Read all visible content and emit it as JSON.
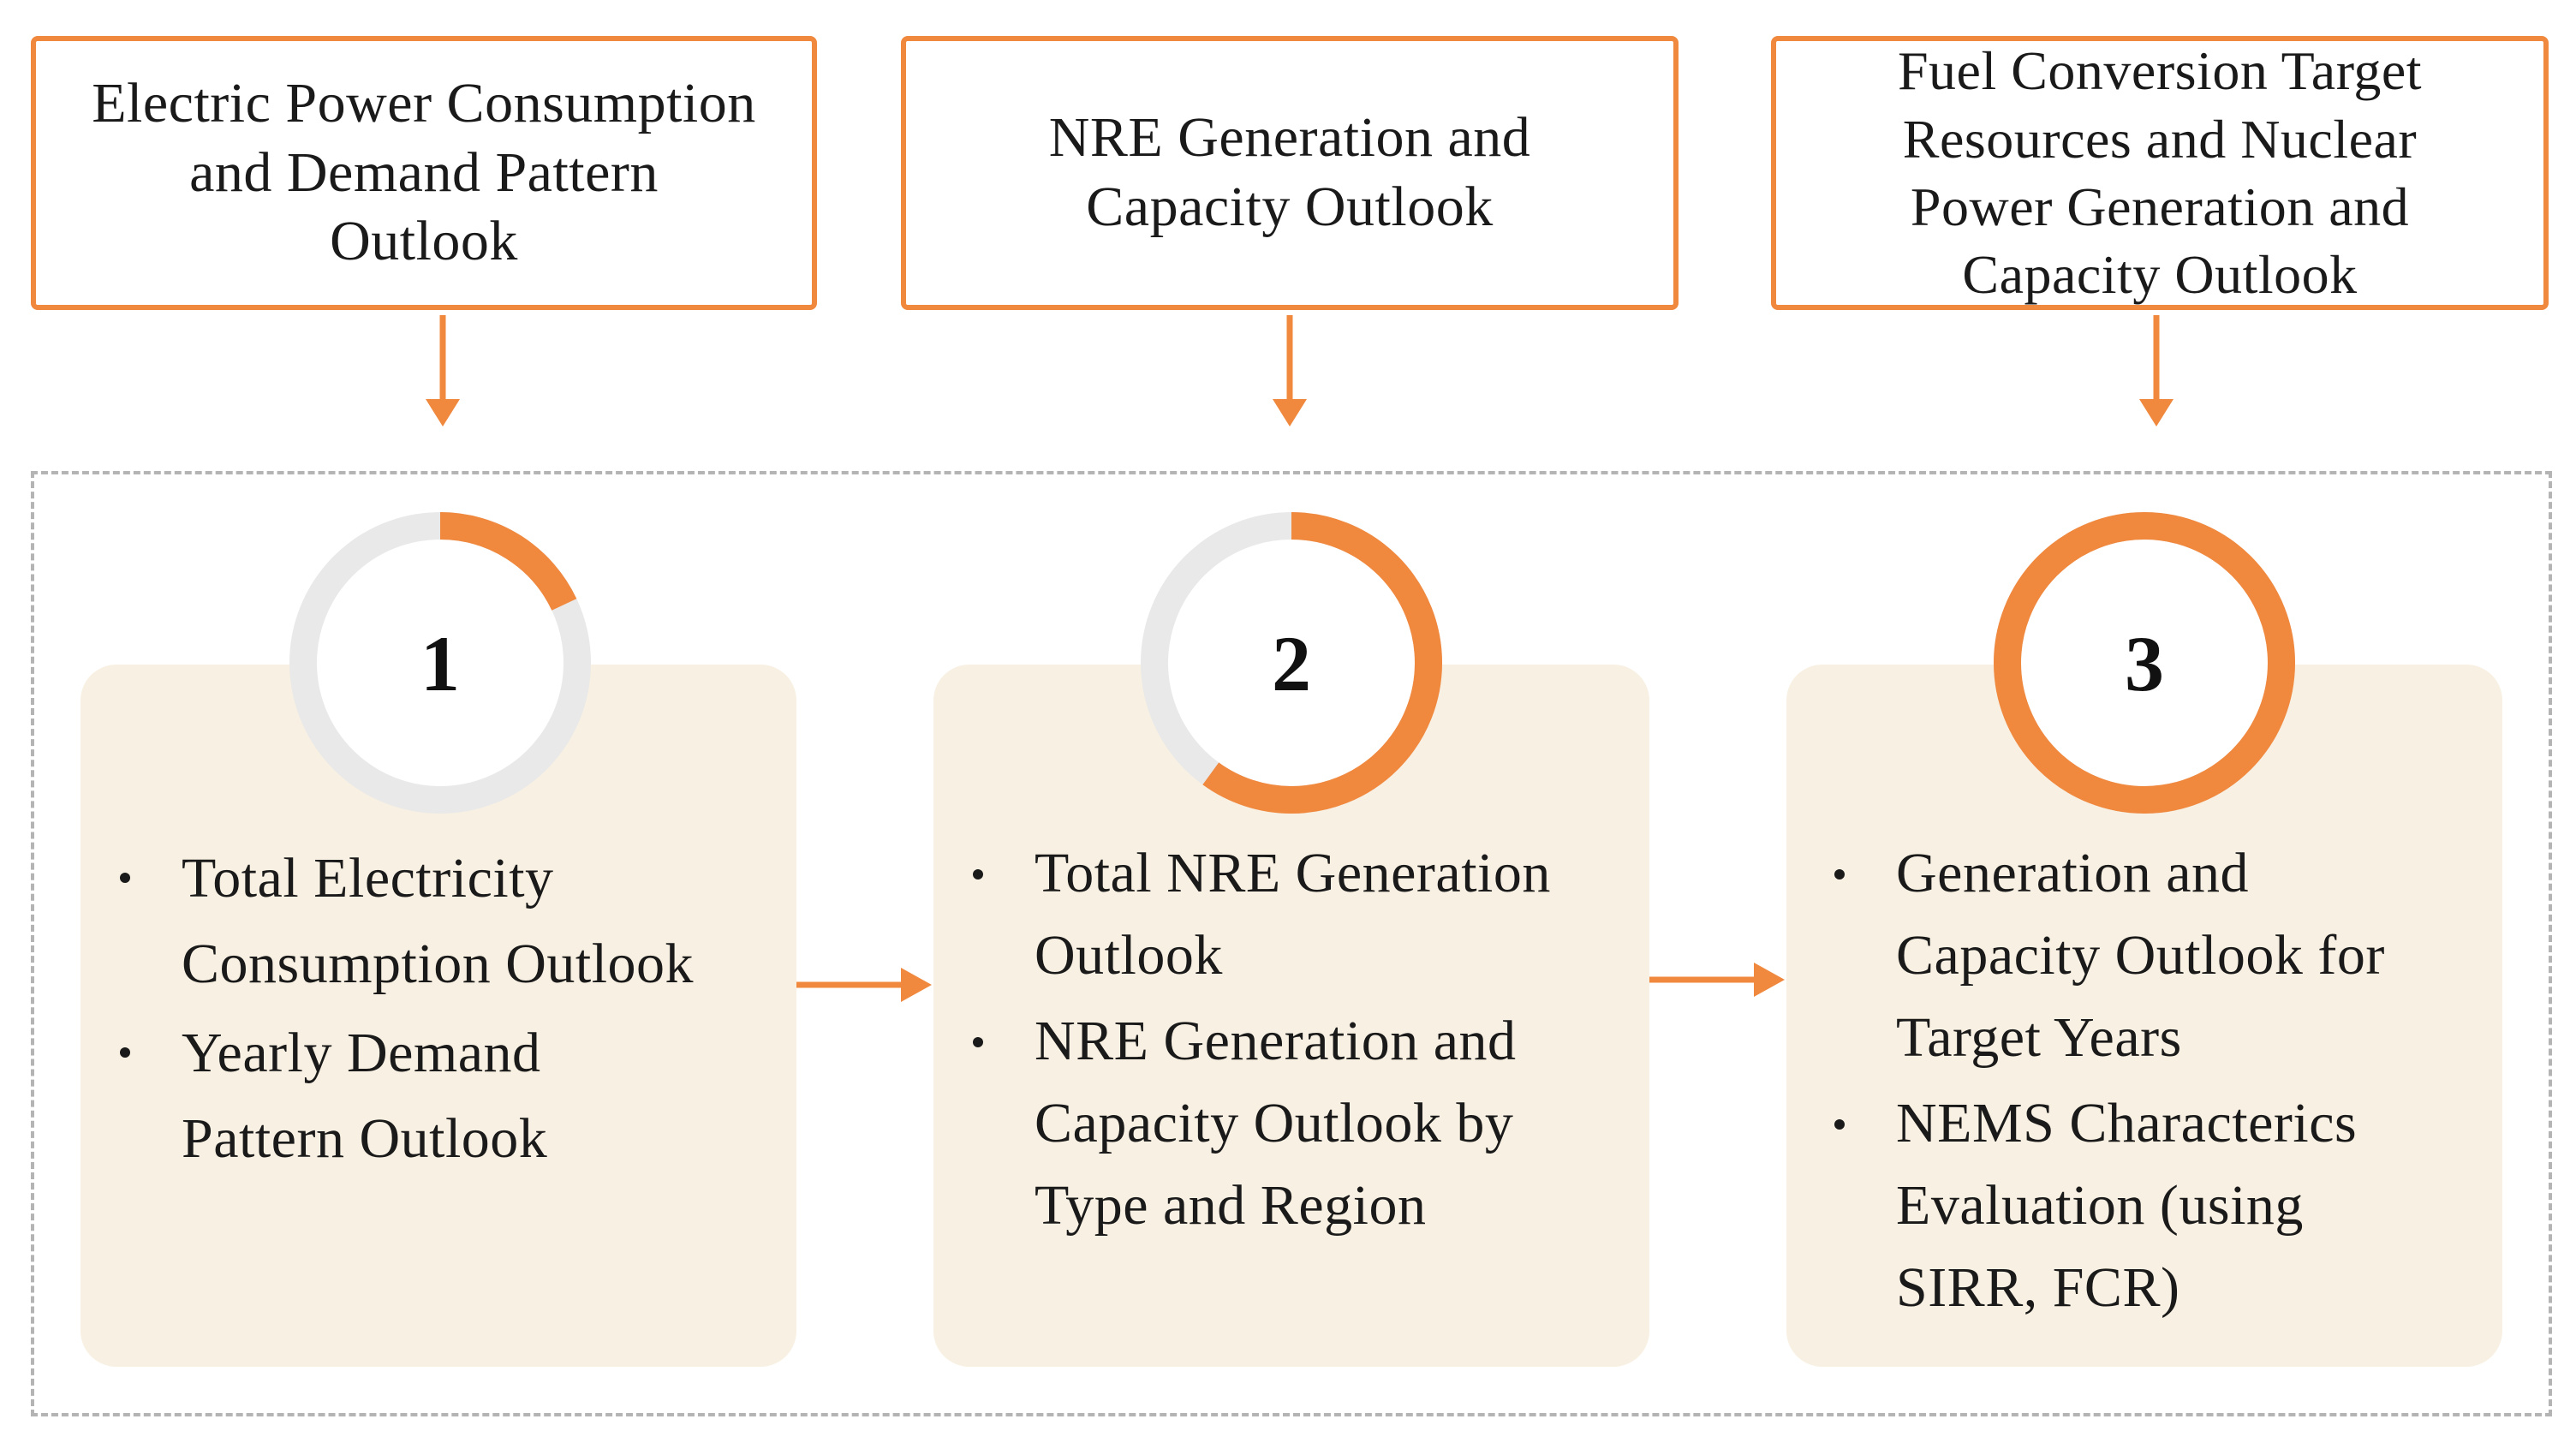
{
  "colors": {
    "accent": "#f0883e",
    "card_background": "#f8f0e2",
    "ring_track": "#e9e9e9",
    "frame_dash": "#b4b4b4"
  },
  "inputs": [
    {
      "lines": [
        "Electric Power Consumption",
        "and Demand Pattern",
        "Outlook"
      ]
    },
    {
      "lines": [
        "NRE Generation and",
        "Capacity Outlook"
      ]
    },
    {
      "lines": [
        "Fuel Conversion Target",
        "Resources and Nuclear",
        "Power Generation and",
        "Capacity Outlook"
      ]
    }
  ],
  "steps": [
    {
      "number": "1",
      "progress": 0.18,
      "bullets": [
        {
          "lines": [
            "Total Electricity",
            "Consumption Outlook"
          ]
        },
        {
          "lines": [
            "Yearly Demand",
            "Pattern Outlook"
          ]
        }
      ]
    },
    {
      "number": "2",
      "progress": 0.6,
      "bullets": [
        {
          "lines": [
            "Total NRE Generation",
            "Outlook"
          ]
        },
        {
          "lines": [
            "NRE Generation and",
            "Capacity Outlook by",
            "Type and Region"
          ]
        }
      ]
    },
    {
      "number": "3",
      "progress": 1.0,
      "bullets": [
        {
          "lines": [
            "Generation and",
            "Capacity Outlook for",
            "Target Years"
          ]
        },
        {
          "lines": [
            "NEMS Characterics",
            "Evaluation (using",
            "SIRR, FCR)"
          ]
        }
      ]
    }
  ]
}
